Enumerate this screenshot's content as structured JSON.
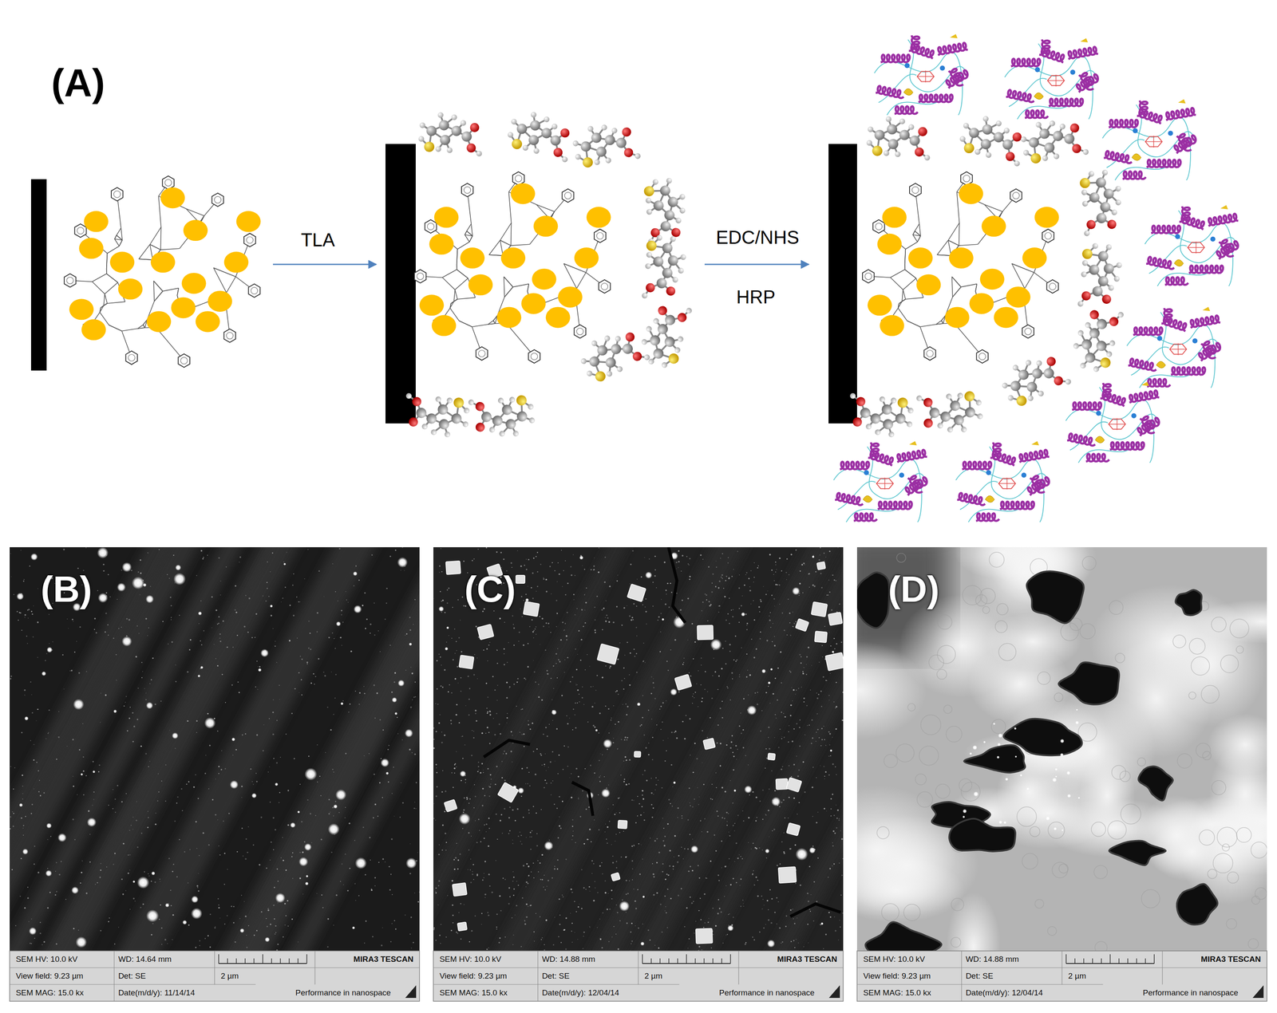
{
  "diagram": {
    "nodes": [
      {
        "text": [
          "(B)"
        ]
      },
      {
        "text": [
          "(C)"
        ]
      },
      {
        "text": [
          "(D)"
        ]
      }
    ],
    "labels": [
      "(A)",
      "TLA",
      "EDC/NHS",
      "HRP",
      "SEM HV: 10.0 kV",
      "WD: 14.64 mm",
      "MIRA3 TESCAN",
      "View field: 9.23 µm",
      "Det: SE",
      "2 µm",
      "SEM MAG: 15.0 kx",
      "Date(m/d/y): 11/14/14",
      "Performance in nanospace",
      "SEM HV: 10.0 kV",
      "WD: 14.88 mm",
      "MIRA3 TESCAN",
      "View field: 9.23 µm",
      "Det: SE",
      "2 µm",
      "SEM MAG: 15.0 kx",
      "Date(m/d/y): 12/04/14",
      "Performance in nanospace",
      "SEM HV: 10.0 kV",
      "WD: 14.88 mm",
      "MIRA3 TESCAN",
      "View field: 9.23 µm",
      "Det: SE",
      "2 µm",
      "SEM MAG: 15.0 kx",
      "Date(m/d/y): 12/04/14",
      "Performance in nanospace"
    ]
  }
}
